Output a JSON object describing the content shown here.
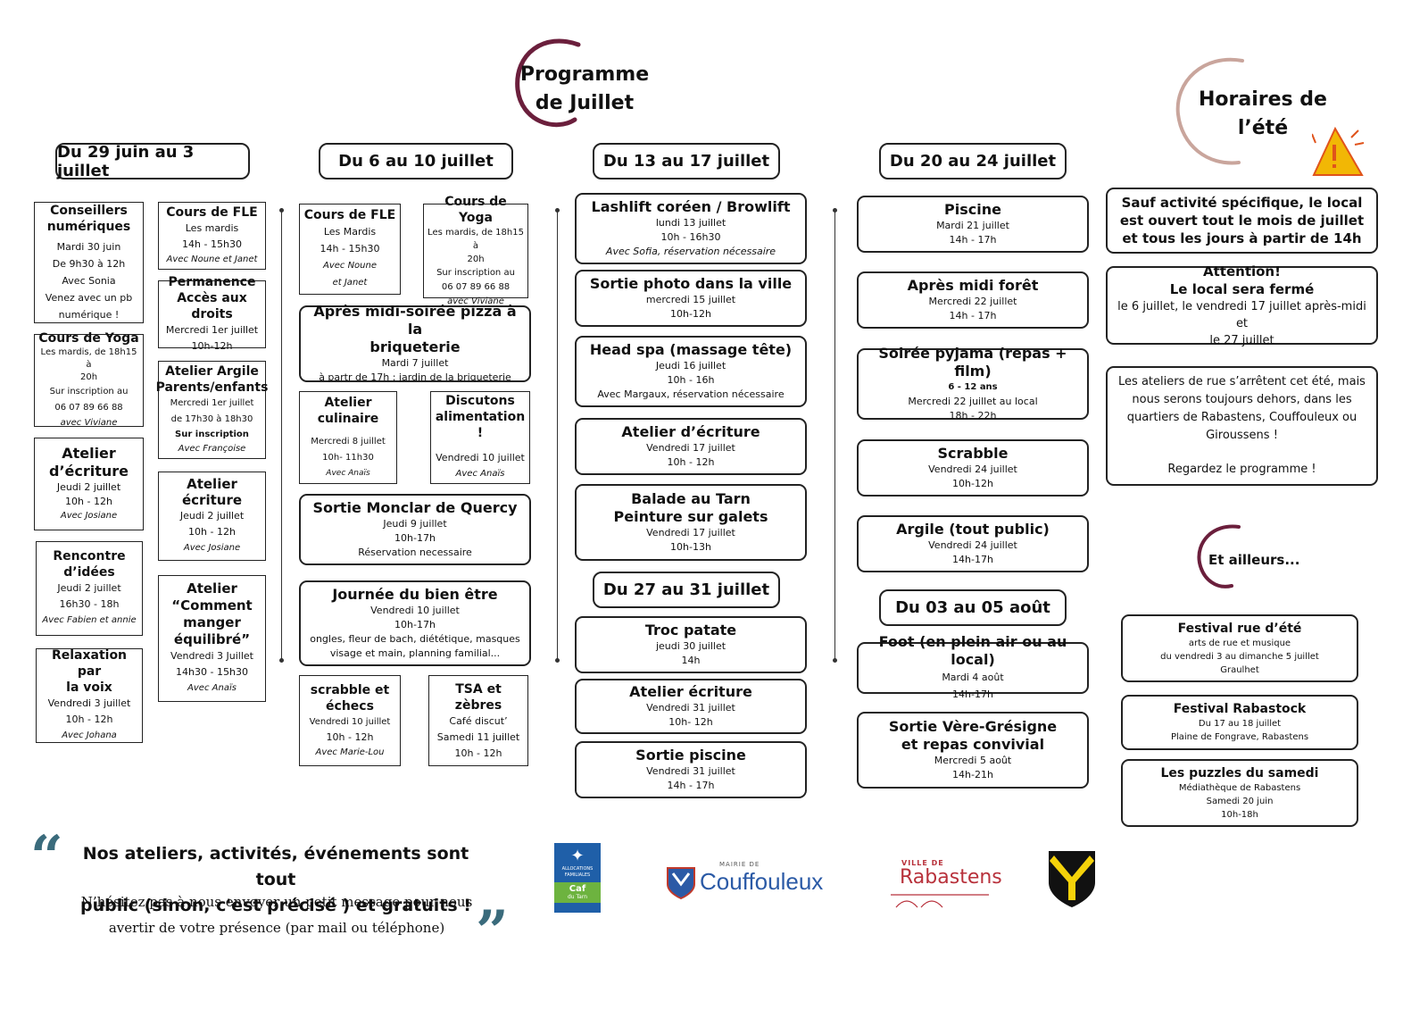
{
  "header": {
    "title_line1": "Programme",
    "title_line2": "de Juillet",
    "hours_title_line1": "Horaires de",
    "hours_title_line2": "l’été",
    "colors": {
      "accent": "#6b1f3c",
      "hours_accent": "#c9a59c",
      "warning": "#f2b705"
    },
    "warning_icon": "warning-triangle-icon"
  },
  "weeks": {
    "w1": "Du 29 juin au 3 juillet",
    "w2": "Du 6 au 10 juillet",
    "w3": "Du 13 au 17 juillet",
    "w4": "Du 20 au 24 juillet",
    "w5": "Du 27 au 31 juillet",
    "w6": "Du 03 au 05 août"
  },
  "col1": {
    "a1": {
      "title": "Conseillers\nnumériques",
      "date": "Mardi 30 juin",
      "time": "De 9h30 à 12h",
      "who": "Avec Sonia",
      "note": "Venez avec un pb\nnumérique !"
    },
    "a2": {
      "title": "Cours de Yoga",
      "sub": "Les mardis, de 18h15 à\n20h",
      "note": "Sur inscription au\n06 07 89 66 88",
      "who": "avec Viviane"
    },
    "a3": {
      "title": "Atelier\nd’écriture",
      "date": "Jeudi 2 juillet",
      "time": "10h - 12h",
      "who": "Avec Josiane"
    },
    "a4": {
      "title": "Rencontre\nd’idées",
      "date": "Jeudi 2 juillet",
      "time": "16h30 - 18h",
      "who": "Avec Fabien et annie"
    },
    "a5": {
      "title": "Relaxation par\nla voix",
      "date": "Vendredi 3 juillet",
      "time": "10h - 12h",
      "who": "Avec Johana"
    },
    "b1": {
      "title": "Cours de FLE",
      "date": "Les mardis",
      "time": "14h - 15h30",
      "who": "Avec Noune et Janet"
    },
    "b2": {
      "title": "Permanence\nAccès aux droits",
      "date": "Mercredi 1er juillet",
      "time": "10h-12h"
    },
    "b3": {
      "title": "Atelier Argile\nParents/enfants",
      "date": "Mercredi 1er juillet",
      "time": "de 17h30 à 18h30",
      "note": "Sur inscription",
      "who": "Avec Françoise"
    },
    "b4": {
      "title": "Atelier\nécriture",
      "date": "Jeudi 2 juillet",
      "time": "10h - 12h",
      "who": "Avec Josiane"
    },
    "b5": {
      "title": "Atelier\n“Comment\nmanger\néquilibré”",
      "date": "Vendredi 3 Juillet",
      "time": "14h30 - 15h30",
      "who": "Avec Anaïs"
    }
  },
  "col2": {
    "c1": {
      "title": "Cours de FLE",
      "date": "Les Mardis",
      "time": "14h - 15h30",
      "who": "Avec Noune\net Janet"
    },
    "c2": {
      "title": "Cours de Yoga",
      "sub": "Les mardis, de 18h15 à\n20h",
      "note": "Sur inscription au\n06 07 89 66 88",
      "who": "avec Viviane"
    },
    "c3": {
      "title": "Après midi-soirée pizza à la\nbriqueterie",
      "date": "Mardi 7 juillet",
      "time": "à partr de 17h : jardin de la briqueterie"
    },
    "c4": {
      "title": "Atelier\nculinaire",
      "date": "Mercredi 8 juillet",
      "time": "10h- 11h30",
      "who": "Avec Anaïs"
    },
    "c5": {
      "title": "Discutons\nalimentation !",
      "date": "Vendredi 10 juillet",
      "who": "Avec Anaïs"
    },
    "c6": {
      "title": "Sortie Monclar de Quercy",
      "date": "Jeudi 9 juillet",
      "time": "10h-17h",
      "note": "Réservation necessaire"
    },
    "c7": {
      "title": "Journée du bien être",
      "date": "Vendredi 10 juillet",
      "time": "10h-17h",
      "note": "ongles, fleur de bach, diététique, masques\nvisage et main, planning familial..."
    },
    "c8": {
      "title": "scrabble et\néchecs",
      "date": "Vendredi 10 juillet",
      "time": "10h - 12h",
      "who": "Avec Marie-Lou"
    },
    "c9": {
      "title": "TSA et zèbres",
      "sub": "Café discut’",
      "date": "Samedi 11 juillet",
      "time": "10h - 12h"
    }
  },
  "col3": {
    "d1": {
      "title": "Lashlift coréen / Browlift",
      "date": "lundi 13 juillet",
      "time": "10h - 16h30",
      "who": "Avec Sofia, réservation nécessaire"
    },
    "d2": {
      "title": "Sortie photo dans la ville",
      "date": "mercredi 15 juillet",
      "time": "10h-12h"
    },
    "d3": {
      "title": "Head spa (massage tête)",
      "date": "Jeudi 16 juillet",
      "time": "10h - 16h",
      "note": "Avec Margaux, réservation nécessaire"
    },
    "d4": {
      "title": "Atelier d’écriture",
      "date": "Vendredi 17 juillet",
      "time": "10h - 12h"
    },
    "d5": {
      "title": "Balade au Tarn\nPeinture sur galets",
      "date": "Vendredi 17 juillet",
      "time": "10h-13h"
    },
    "e1": {
      "title": "Troc patate",
      "date": "jeudi 30 juillet",
      "time": "14h"
    },
    "e2": {
      "title": "Atelier écriture",
      "date": "Vendredi 31 juillet",
      "time": "10h- 12h"
    },
    "e3": {
      "title": "Sortie piscine",
      "date": "Vendredi 31 juillet",
      "time": "14h - 17h"
    }
  },
  "col4": {
    "f1": {
      "title": "Piscine",
      "date": "Mardi 21 juillet",
      "time": "14h - 17h"
    },
    "f2": {
      "title": "Après midi forêt",
      "date": "Mercredi 22 juillet",
      "time": "14h - 17h"
    },
    "f3": {
      "title": "Soirée pyjama  (repas + film)",
      "sub": "6 - 12 ans",
      "date": "Mercredi 22 juillet au local",
      "time": "18h - 22h"
    },
    "f4": {
      "title": "Scrabble",
      "date": "Vendredi 24 juillet",
      "time": "10h-12h"
    },
    "f5": {
      "title": "Argile (tout public)",
      "date": "Vendredi 24 juillet",
      "time": "14h-17h"
    },
    "g1": {
      "title": "Foot (en plein air ou au local)",
      "date": "Mardi 4 août",
      "time": "14h-17h"
    },
    "g2": {
      "title": "Sortie Vère-Grésigne\net repas convivial",
      "date": "Mercredi 5 août",
      "time": "14h-21h"
    }
  },
  "col5": {
    "h1": "Sauf activité spécifique, le local\nest ouvert tout le mois de juillet\net tous les jours à partir de 14h",
    "h2_title": "Attention!\nLe local sera fermé",
    "h2_text": "le 6 juillet, le vendredi 17 juillet après-midi et\nle 27 juillet",
    "h3_text": "Les ateliers de rue s’arrêtent cet été, mais\nnous serons toujours dehors, dans les\nquartiers de Rabastens, Couffouleux ou\nGiroussens !",
    "h3_cta": "Regardez le programme !",
    "elsewhere_title": "Et ailleurs...",
    "i1": {
      "title": "Festival rue d’été",
      "line1": "arts de rue et musique",
      "line2": "du vendredi 3 au dimanche 5 juillet",
      "line3": "Graulhet"
    },
    "i2": {
      "title": "Festival Rabastock",
      "line1": "Du 17 au 18 juillet",
      "line2": "Plaine de Fongrave, Rabastens"
    },
    "i3": {
      "title": "Les puzzles du samedi",
      "line1": "Médiathèque de Rabastens",
      "line2": "Samedi 20 juin",
      "line3": "10h-18h"
    }
  },
  "footer": {
    "quote_line1": "Nos ateliers, activités, événements sont tout",
    "quote_line2": "public (sinon, c'est précisé ) et gratuits !",
    "note_line1": "N’hésitez pas à nous envoyer un petit message pour nous",
    "note_line2": "avertir de votre présence (par mail ou téléphone)",
    "quote_color": "#3a6b7c",
    "logos": {
      "caf_text1": "ALLOCATIONS\nFAMILIALES",
      "caf_text2": "Caf",
      "caf_text3": "du Tarn",
      "couff_small": "MAIRIE DE",
      "couff_name": "Couffouleux",
      "rab_small": "VILLE DE",
      "rab_name": "Rabastens"
    }
  }
}
